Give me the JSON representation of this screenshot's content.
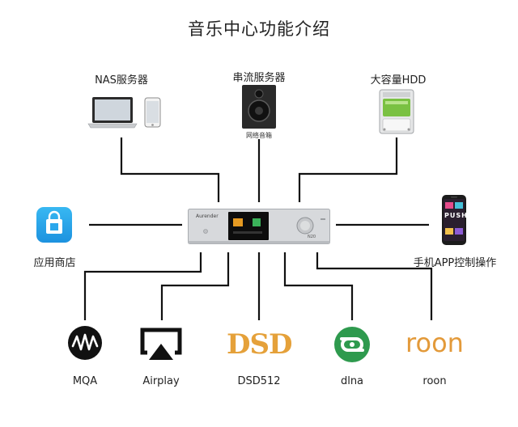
{
  "title": "音乐中心功能介绍",
  "hub": {
    "brand": "Aurender",
    "model": "N20"
  },
  "sources": [
    {
      "label": "NAS服务器",
      "icon": "laptop-phone-icon"
    },
    {
      "label": "串流服务器",
      "icon": "speaker-icon",
      "sublabel": "网络音箱"
    },
    {
      "label": "大容量HDD",
      "icon": "hard-drive-icon"
    }
  ],
  "sides": {
    "left": {
      "label": "应用商店",
      "icon": "app-store-icon"
    },
    "right": {
      "label": "手机APP控制操作",
      "icon": "phone-app-icon",
      "app_text": "PUSH"
    }
  },
  "outputs": [
    {
      "label": "MQA",
      "icon": "mqa-icon"
    },
    {
      "label": "Airplay",
      "icon": "airplay-icon"
    },
    {
      "label": "DSD512",
      "icon": "dsd-icon",
      "logo_text": "DSD"
    },
    {
      "label": "dlna",
      "icon": "dlna-icon"
    },
    {
      "label": "roon",
      "icon": "roon-icon",
      "logo_text": "roon"
    }
  ],
  "colors": {
    "line": "#111111",
    "app_store_blue": "#2aa7ec",
    "dsd_orange": "#e5a13a",
    "dlna_green": "#2e9a4e",
    "roon_orange": "#e39a3a",
    "device_silver": "#d7d9dc"
  }
}
